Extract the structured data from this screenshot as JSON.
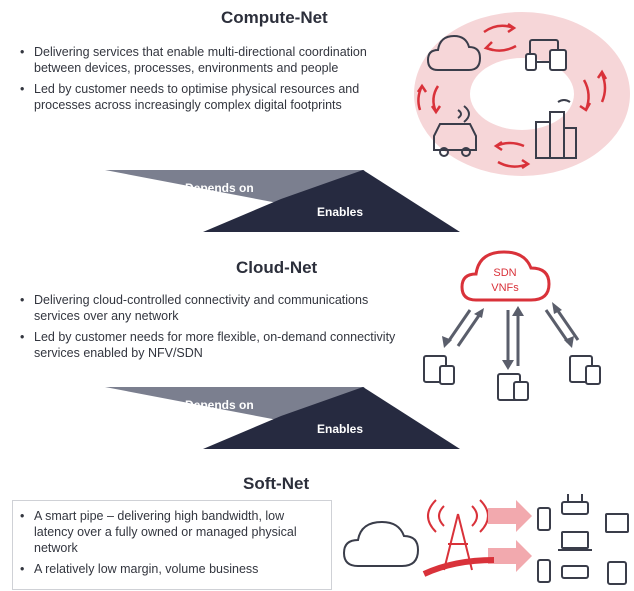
{
  "sections": [
    {
      "title": "Compute-Net",
      "bullets": [
        "Delivering services that enable multi-directional coordination between devices, processes, environments and people",
        "Led by customer needs to optimise physical resources and processes across increasingly complex digital footprints"
      ]
    },
    {
      "title": "Cloud-Net",
      "bullets": [
        "Delivering cloud-controlled connectivity and communications services over any network",
        "Led by customer needs for more flexible, on-demand connectivity services enabled by NFV/SDN"
      ]
    },
    {
      "title": "Soft-Net",
      "bullets": [
        "A smart pipe – delivering high bandwidth, low latency over a fully owned or managed physical network",
        "A relatively low margin, volume business"
      ]
    }
  ],
  "connectors": [
    {
      "depends_label": "Depends on",
      "enables_label": "Enables"
    },
    {
      "depends_label": "Depends on",
      "enables_label": "Enables"
    }
  ],
  "cloud_badge": {
    "line1": "SDN",
    "line2": "VNFs"
  },
  "colors": {
    "accent_red": "#d9323a",
    "ring_pink": "#f6d6d8",
    "chevron_light": "#7b7f8f",
    "chevron_dark": "#262a40",
    "icon_stroke": "#3a3d4a"
  }
}
